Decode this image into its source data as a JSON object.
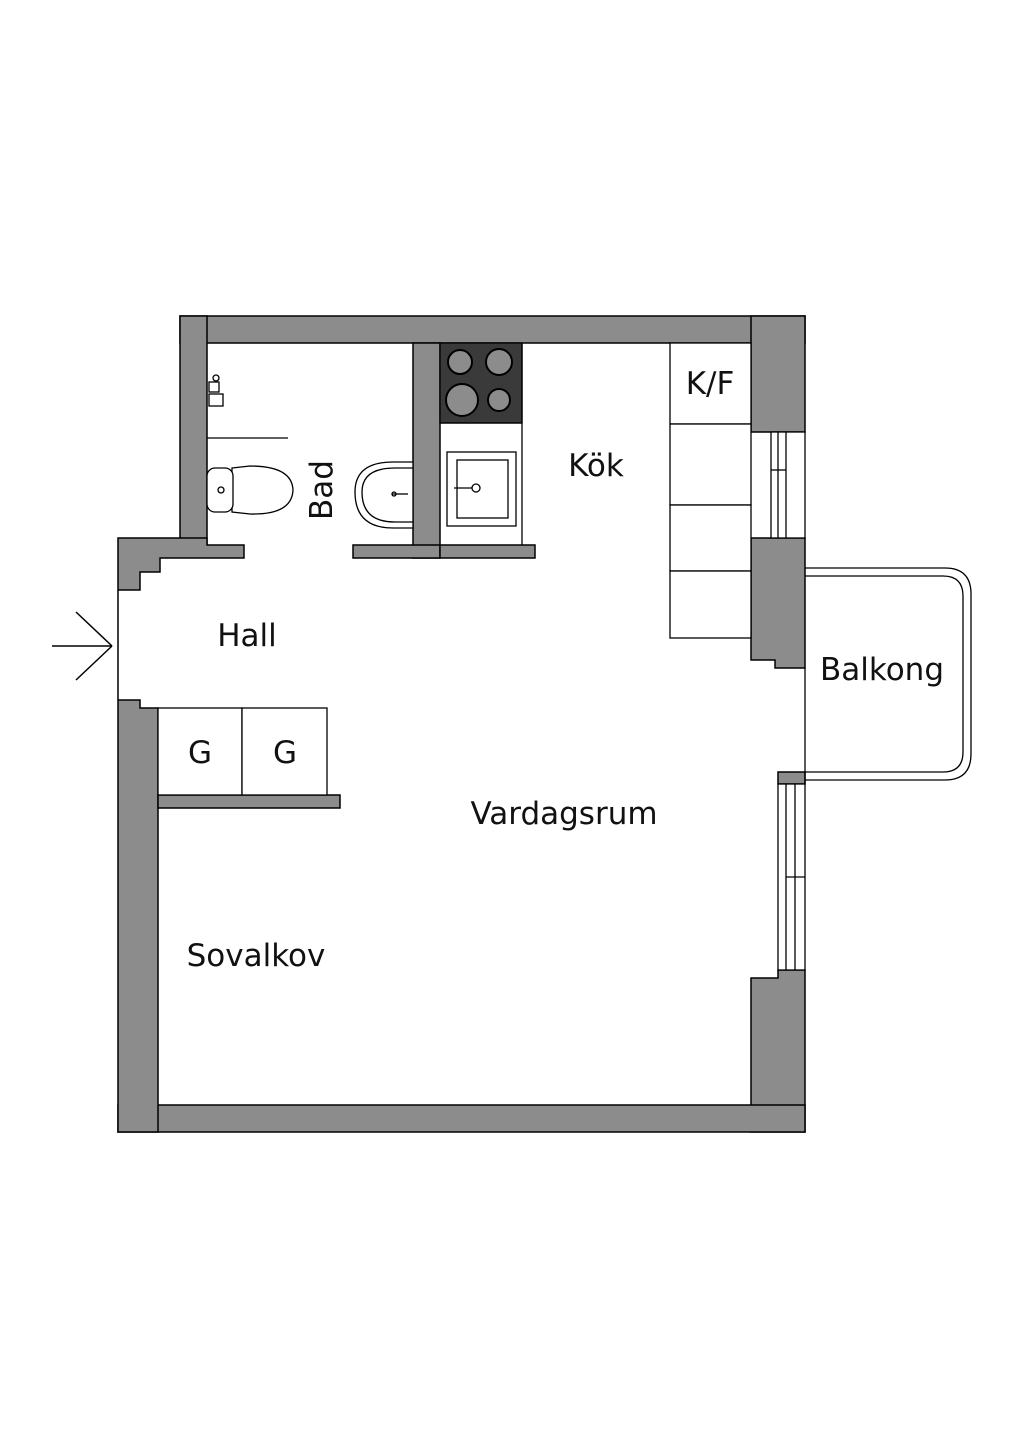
{
  "floorplan": {
    "rooms": {
      "kok": "Kök",
      "bad": "Bad",
      "hall": "Hall",
      "vardagsrum": "Vardagsrum",
      "sovalkov": "Sovalkov",
      "balkong": "Balkong"
    },
    "fixtures": {
      "fridge_freezer": "K/F",
      "wardrobe_1": "G",
      "wardrobe_2": "G"
    }
  },
  "colors": {
    "wall": "#8c8c8c",
    "stove": "#3a3a3a",
    "line": "#000000",
    "background": "#ffffff"
  },
  "icons": [
    "entrance-arrow-icon",
    "toilet-icon",
    "sink-icon",
    "shower-icon",
    "stove-icon"
  ]
}
